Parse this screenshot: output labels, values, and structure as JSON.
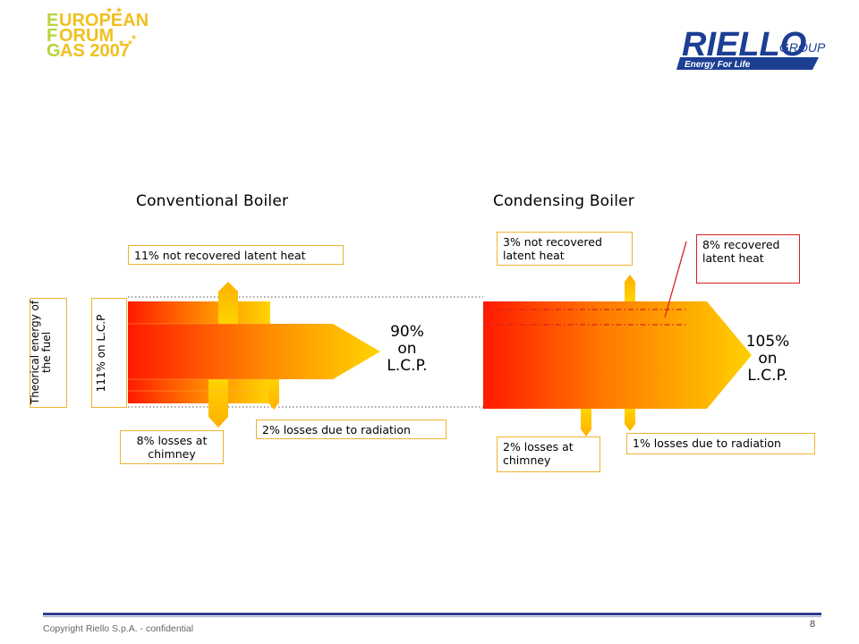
{
  "header": {
    "event_logo_lines": [
      "EUROPEAN",
      "FORUM",
      "GAS 2007"
    ],
    "brand": "RIELLO",
    "brand_suffix": "GROUP",
    "tagline": "Energy For Life"
  },
  "conventional": {
    "title": "Conventional Boiler",
    "latent_loss": "11% not recovered latent heat",
    "theoretical_energy": "Theorical energy of the fuel",
    "input_label": "111% on L.C.P",
    "output_line1": "90%",
    "output_line2": "on",
    "output_line3": "L.C.P.",
    "chimney_loss": "8% losses at chimney",
    "radiation_loss": "2% losses due to radiation"
  },
  "condensing": {
    "title": "Condensing Boiler",
    "latent_loss": "3% not recovered latent heat",
    "recovered": "8% recovered latent heat",
    "output_line1": "105%",
    "output_line2": "on",
    "output_line3": "L.C.P.",
    "chimney_loss": "2% losses at chimney",
    "radiation_loss": "1% losses due to radiation"
  },
  "footer": {
    "copyright": "Copyright  Riello S.p.A. - confidential",
    "page_number": "8"
  },
  "colors": {
    "flow_start": "#ff1a00",
    "flow_end": "#ffd400",
    "box_border": "#f2b233",
    "highlight_border": "#d92020",
    "brand_blue": "#1c3f94",
    "footer_rule": "#2b3b8f"
  }
}
